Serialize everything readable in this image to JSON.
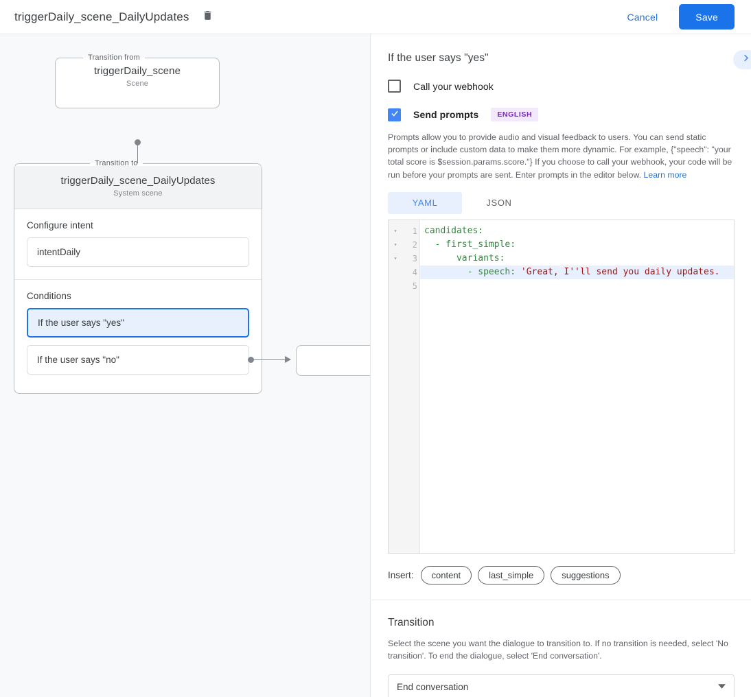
{
  "topbar": {
    "title": "triggerDaily_scene_DailyUpdates",
    "delete_icon": "trash-icon",
    "cancel_label": "Cancel",
    "save_label": "Save"
  },
  "graph": {
    "from_node": {
      "legend": "Transition from",
      "title": "triggerDaily_scene",
      "subtitle": "Scene"
    },
    "to_node": {
      "legend": "Transition to",
      "title": "triggerDaily_scene_DailyUpdates",
      "subtitle": "System scene"
    },
    "intent_section": {
      "label": "Configure intent",
      "value": "intentDaily"
    },
    "conditions_section": {
      "label": "Conditions",
      "items": [
        {
          "label": "If the user says \"yes\"",
          "selected": true
        },
        {
          "label": "If the user says \"no\"",
          "selected": false
        }
      ]
    }
  },
  "details": {
    "title": "If the user says \"yes\"",
    "expand_icon": "chevron-right-icon",
    "webhook": {
      "label": "Call your webhook",
      "checked": false
    },
    "prompts": {
      "label": "Send prompts",
      "checked": true,
      "language_badge": "ENGLISH",
      "helper_text": "Prompts allow you to provide audio and visual feedback to users. You can send static prompts or include custom data to make them more dynamic. For example, {\"speech\": \"your total score is $session.params.score.\"} If you choose to call your webhook, your code will be run before your prompts are sent. Enter prompts in the editor below. ",
      "helper_link": "Learn more"
    },
    "editor": {
      "tabs": [
        {
          "label": "YAML",
          "active": true
        },
        {
          "label": "JSON",
          "active": false
        }
      ],
      "lines": [
        {
          "number": "1",
          "fold": "▾",
          "highlighted": false,
          "text": "candidates:"
        },
        {
          "number": "2",
          "fold": "▾",
          "highlighted": false,
          "text": "  - first_simple:"
        },
        {
          "number": "3",
          "fold": "▾",
          "highlighted": false,
          "text": "      variants:"
        },
        {
          "number": "4",
          "fold": "",
          "highlighted": true,
          "text": "        - speech: 'Great, I''ll send you daily updates."
        },
        {
          "number": "5",
          "fold": "",
          "highlighted": false,
          "text": ""
        }
      ]
    },
    "insert": {
      "label": "Insert:",
      "chips": [
        "content",
        "last_simple",
        "suggestions"
      ]
    },
    "transition": {
      "title": "Transition",
      "description": "Select the scene you want the dialogue to transition to. If no transition is needed, select 'No transition'. To end the dialogue, select 'End conversation'.",
      "selected_value": "End conversation",
      "caret_icon": "caret-down-icon"
    }
  },
  "colors": {
    "accent": "#1a73e8",
    "accent_light": "#e8f0fe",
    "badge_bg": "#f3e8fd",
    "badge_fg": "#7627bb",
    "panel_bg": "#f8f9fa",
    "yaml_key": "#2e8b3c",
    "yaml_string": "#a31515"
  }
}
